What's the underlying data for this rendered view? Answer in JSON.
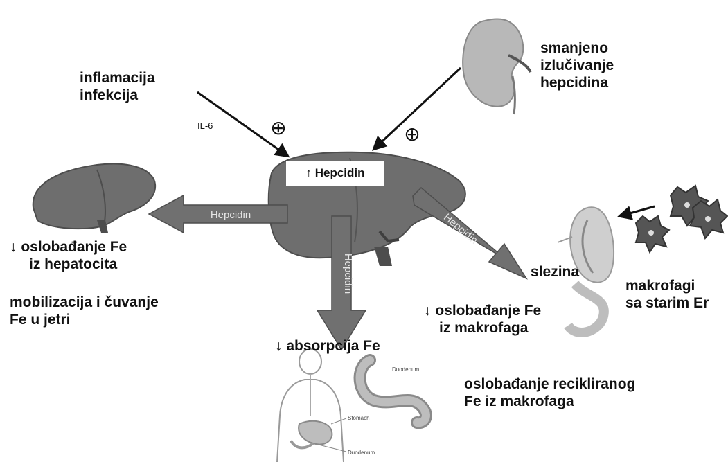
{
  "colors": {
    "organ_fill": "#6e6e6e",
    "organ_dark": "#4d4d4d",
    "organ_light": "#8a8a8a",
    "arrow_fill": "#707070",
    "kidney_fill": "#b5b5b5",
    "spleen_fill": "#cfcfcf",
    "text": "#111111"
  },
  "labels": {
    "inflamacija": [
      "inflamacija",
      "infekcija"
    ],
    "il6": "IL-6",
    "plus_left": "⊕",
    "plus_right": "⊕",
    "kidney": [
      "smanjeno",
      "izlučivanje",
      "hepcidina"
    ],
    "center": "↑ Hepcidin",
    "arrow_left": "Hepcidin",
    "arrow_down": "Hepcidin",
    "arrow_right": "Hepcidin",
    "liver_release": [
      "↓  oslobađanje Fe",
      "iz hepatocita"
    ],
    "liver_store": [
      "mobilizacija i čuvanje",
      "Fe u jetri"
    ],
    "spleen": "slezina",
    "macrophage_release": [
      "↓ oslobađanje Fe",
      "iz makrofaga"
    ],
    "makrofagi": [
      "makrofagi",
      "sa starim Er"
    ],
    "absorption": "↓ absorpcija Fe",
    "recycled": [
      "oslobađanje recikliranog",
      "Fe iz makrofaga"
    ],
    "duodenum_a": "Duodenum",
    "stomach": "Stomach",
    "duodenum_b": "Duodenum"
  }
}
